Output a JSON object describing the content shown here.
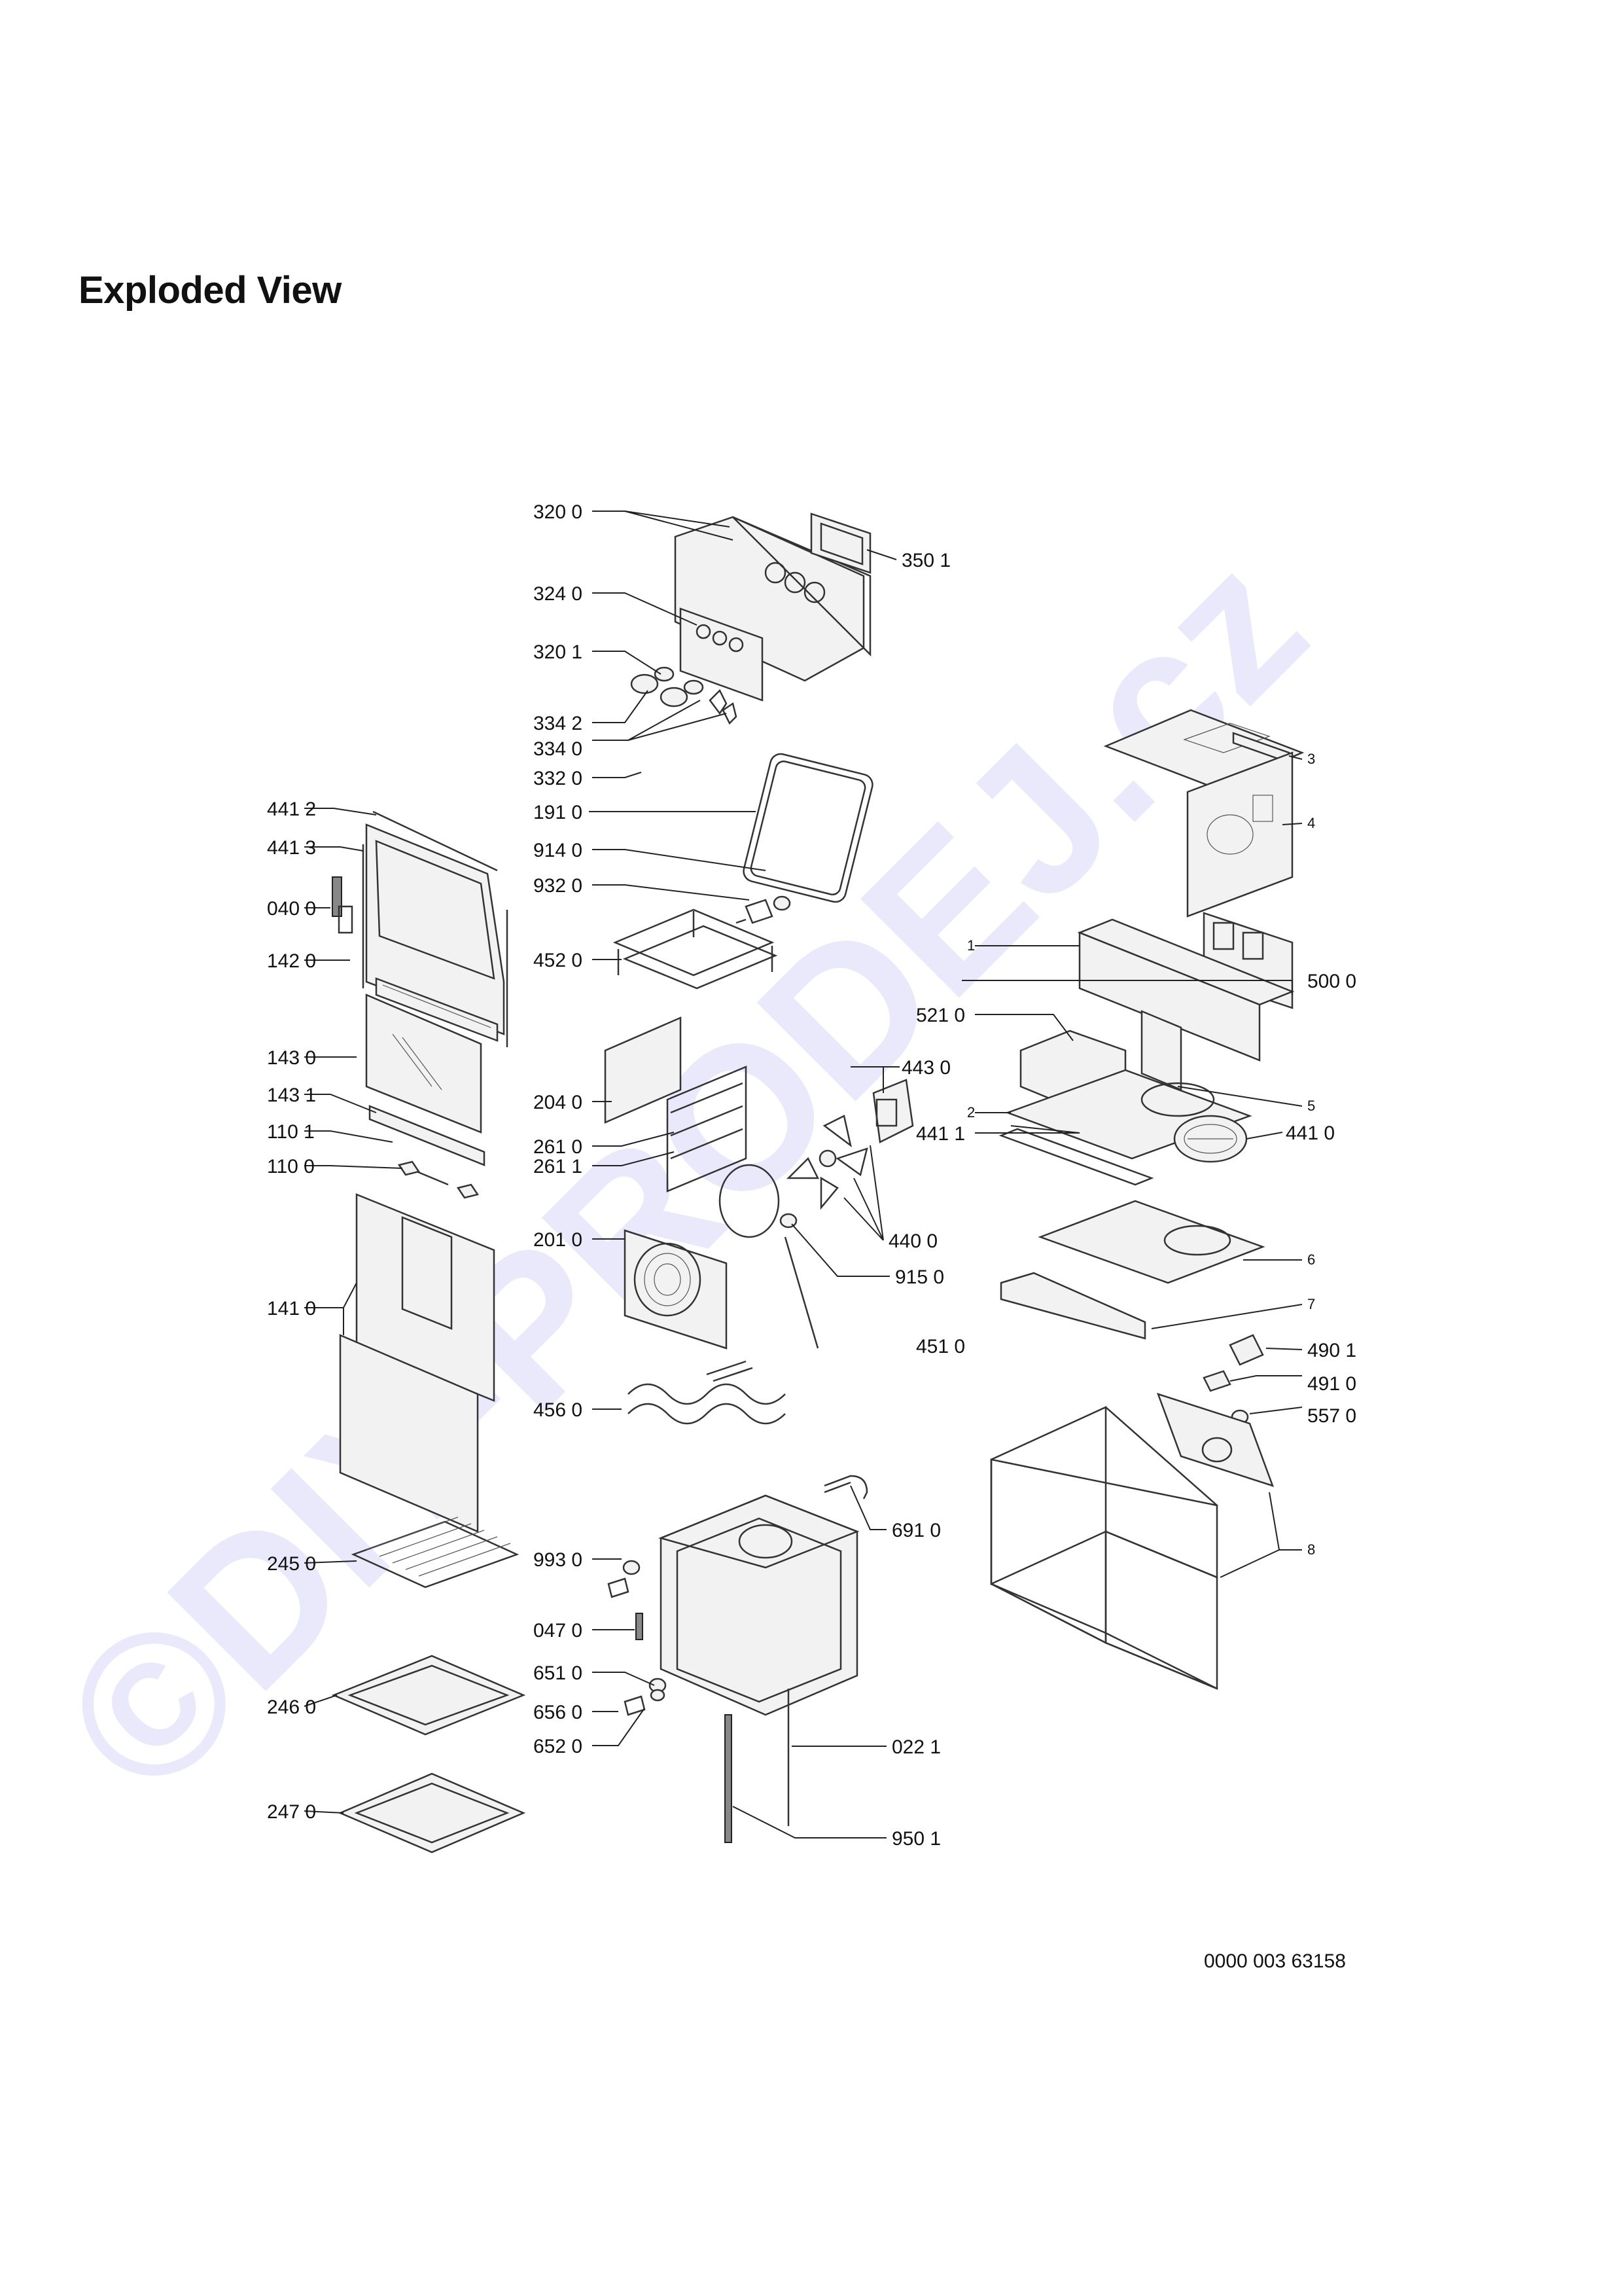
{
  "title": "Exploded View",
  "watermark": "©DIY-PRODEJ.cz",
  "drawing_number": "0000 003 63158",
  "labels": {
    "l3200": "320 0",
    "l3501": "350 1",
    "l3240": "324 0",
    "l3201": "320 1",
    "l3342": "334 2",
    "l3340": "334 0",
    "l3320": "332 0",
    "l4412": "441 2",
    "l4413": "441 3",
    "l0400": "040 0",
    "l1420": "142 0",
    "l1910": "191 0",
    "l9140": "914 0",
    "l9320": "932 0",
    "l4520": "452 0",
    "l1430": "143 0",
    "l1431": "143 1",
    "l1101": "110 1",
    "l1100": "110 0",
    "l2040": "204 0",
    "l2610": "261 0",
    "l2611": "261 1",
    "l2010": "201 0",
    "l1410": "141 0",
    "l4560": "456 0",
    "l2450": "245 0",
    "l9930": "993 0",
    "l0470": "047 0",
    "l2460": "246 0",
    "l6510": "651 0",
    "l6560": "656 0",
    "l6520": "652 0",
    "l2470": "247 0",
    "l3": "3",
    "l4": "4",
    "l1": "1",
    "l5000": "500 0",
    "l5210": "521 0",
    "l4430": "443 0",
    "l5": "5",
    "l2": "2",
    "l4411": "441 1",
    "l4410": "441 0",
    "l4400": "440 0",
    "l6": "6",
    "l9150": "915 0",
    "l7": "7",
    "l4510": "451 0",
    "l4901": "490 1",
    "l4910": "491 0",
    "l5570": "557 0",
    "l6910": "691 0",
    "l8": "8",
    "l0221": "022 1",
    "l9501": "950 1"
  }
}
